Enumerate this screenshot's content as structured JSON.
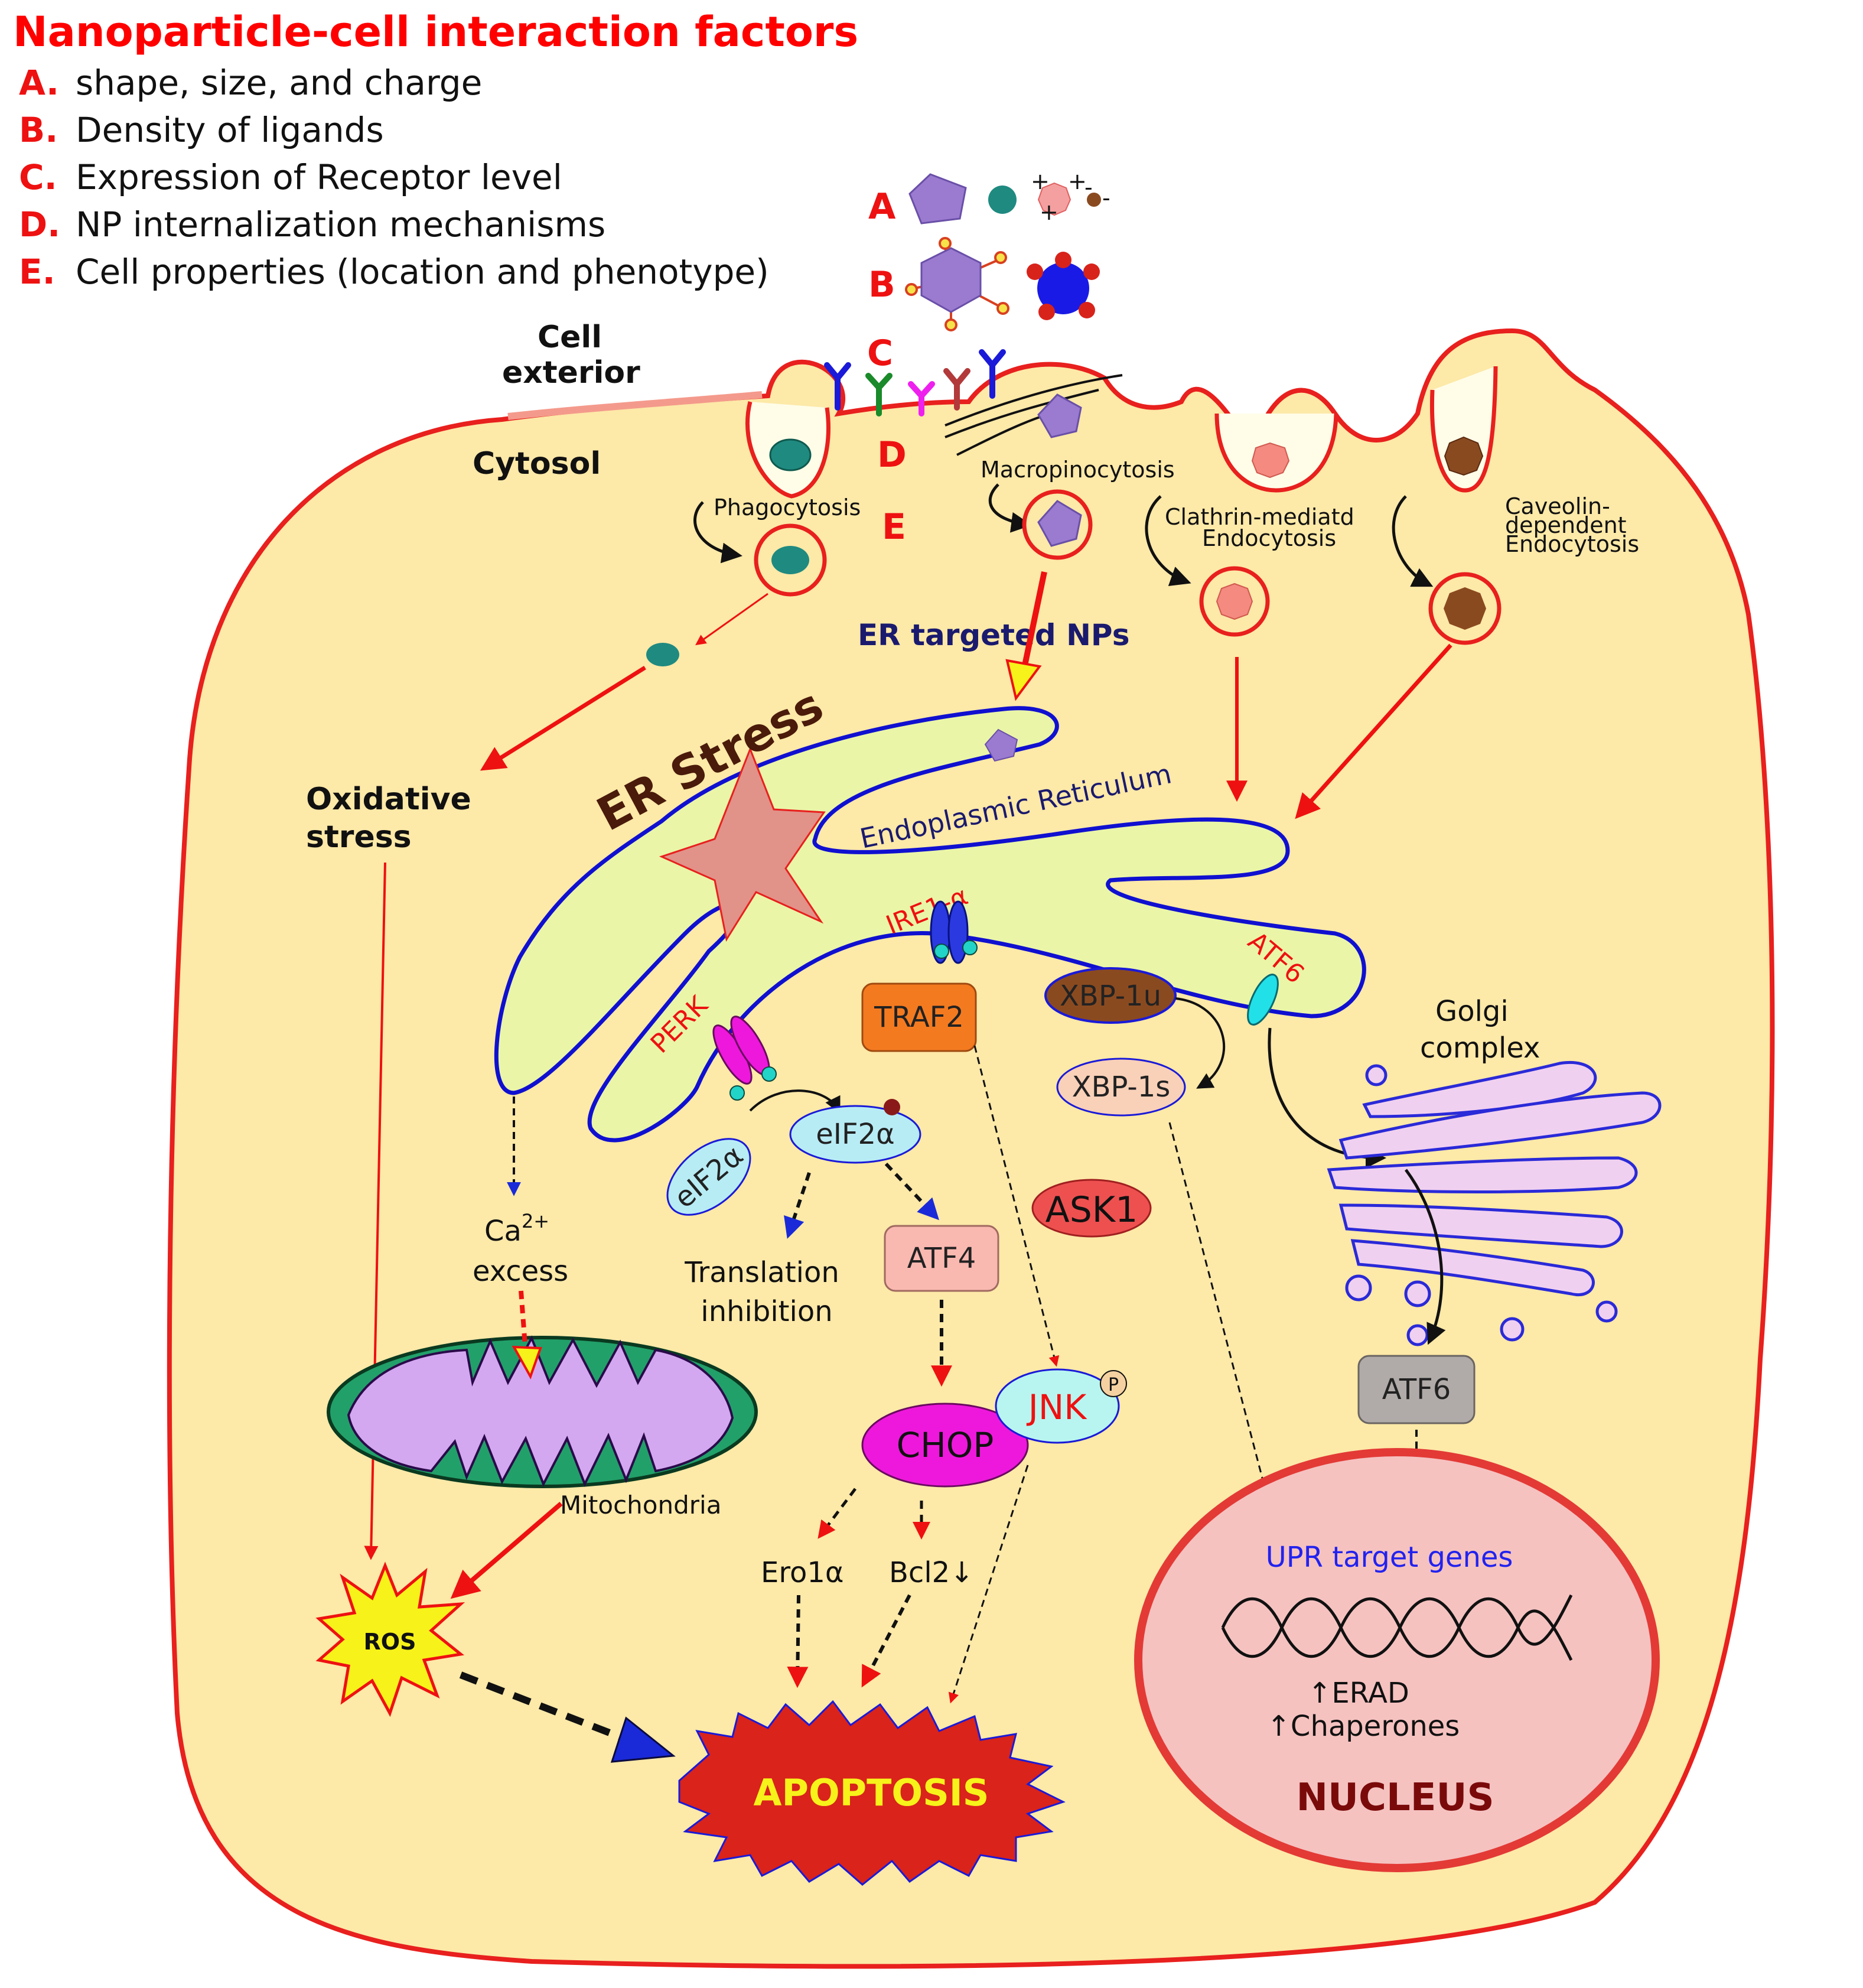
{
  "title": "Nanoparticle-cell interaction factors",
  "factors": [
    {
      "letter": "A.",
      "text": "shape, size, and charge"
    },
    {
      "letter": "B.",
      "text": "Density of ligands"
    },
    {
      "letter": "C.",
      "text": "Expression of Receptor level"
    },
    {
      "letter": "D.",
      "text": "NP internalization mechanisms"
    },
    {
      "letter": "E.",
      "text": "Cell properties (location and phenotype)"
    }
  ],
  "markers": {
    "a": "A",
    "b": "B",
    "c": "C",
    "d": "D",
    "e": "E"
  },
  "charges": {
    "plus": "+",
    "minus": "-"
  },
  "labels": {
    "cell_exterior_1": "Cell",
    "cell_exterior_2": "exterior",
    "cytosol": "Cytosol",
    "phagocytosis": "Phagocytosis",
    "macropinocytosis": "Macropinocytosis",
    "clathrin_1": "Clathrin-mediatd",
    "clathrin_2": "Endocytosis",
    "caveolin_1": "Caveolin-",
    "caveolin_2": "dependent",
    "caveolin_3": "Endocytosis",
    "er_targeted": "ER targeted NPs",
    "er_stress": "ER Stress",
    "er_name": "Endoplasmic Reticulum",
    "oxidative_1": "Oxidative",
    "oxidative_2": "stress",
    "ire1": "IRE1-α",
    "perk": "PERK",
    "atf6_er": "ATF6",
    "traf2": "TRAF2",
    "xbp1u": "XBP-1u",
    "xbp1s": "XBP-1s",
    "golgi_1": "Golgi",
    "golgi_2": "complex",
    "eif2a_1": "eIF2α",
    "eif2a_2": "eIF2α",
    "ask1": "ASK1",
    "ca_1": "Ca",
    "ca_sup": "2+",
    "ca_2": "excess",
    "translation_1": "Translation",
    "translation_2": "inhibition",
    "atf4": "ATF4",
    "jnk": "JNK",
    "jnk_p": "P",
    "atf6_box": "ATF6",
    "chop": "CHOP",
    "mitochondria": "Mitochondria",
    "ero1a": "Ero1α",
    "bcl2": "Bcl2↓",
    "upr_target": "UPR target genes",
    "ros": "ROS",
    "erad": "↑ERAD",
    "chaperones": "↑Chaperones",
    "nucleus": "NUCLEUS",
    "apoptosis": "APOPTOSIS"
  },
  "colors": {
    "cytosol_fill": "#fde9a8",
    "membrane": "#e8201e",
    "er_fill": "#eaf5a8",
    "er_outline": "#1010d0",
    "nucleus_fill": "#f5c2c0",
    "nucleus_outline": "#e33a36",
    "apoptosis_fill": "#d9231b",
    "apoptosis_text": "#f7f21a",
    "chop_fill": "#ee18dc",
    "arrow_red": "#ee1111"
  }
}
